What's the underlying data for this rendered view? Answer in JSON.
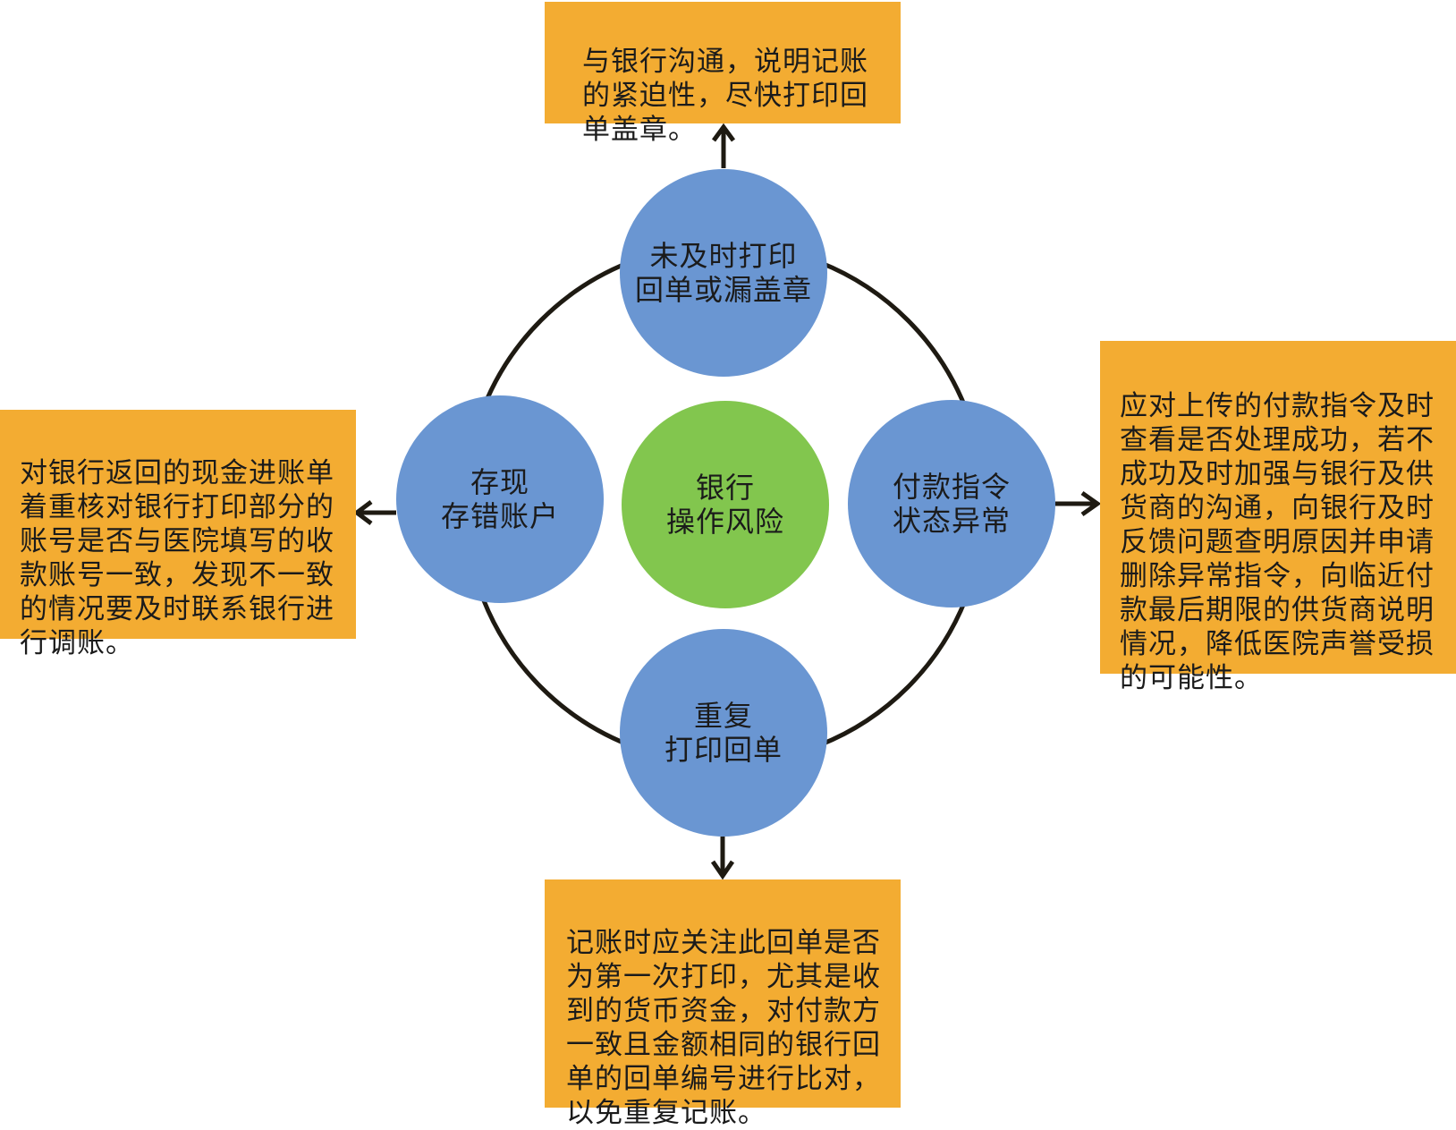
{
  "diagram": {
    "center_label": "银行\n操作风险",
    "risks": {
      "top": "未及时打印\n回单或漏盖章",
      "left": "存现\n存错账户",
      "right": "付款指令\n状态异常",
      "bottom": "重复\n打印回单"
    },
    "measures": {
      "top": "与银行沟通，说明记账\n的紧迫性，尽快打印回\n单盖章。",
      "left": "对银行返回的现金进账单\n着重核对银行打印部分的\n账号是否与医院填写的收\n款账号一致，发现不一致\n的情况要及时联系银行进\n行调账。",
      "right": "应对上传的付款指令及时\n查看是否处理成功，若不\n成功及时加强与银行及供\n货商的沟通，向银行及时\n反馈问题查明原因并申请\n删除异常指令，向临近付\n款最后期限的供货商说明\n情况，降低医院声誉受损\n的可能性。",
      "bottom": "记账时应关注此回单是否\n为第一次打印，尤其是收\n到的货币资金，对付款方\n一致且金额相同的银行回\n单的回单编号进行比对，\n以免重复记账。"
    },
    "colors": {
      "risk_circle": "#6A96D2",
      "center_circle": "#82C64E",
      "measure_box": "#F3AC32",
      "connector": "#1E1A12"
    }
  }
}
